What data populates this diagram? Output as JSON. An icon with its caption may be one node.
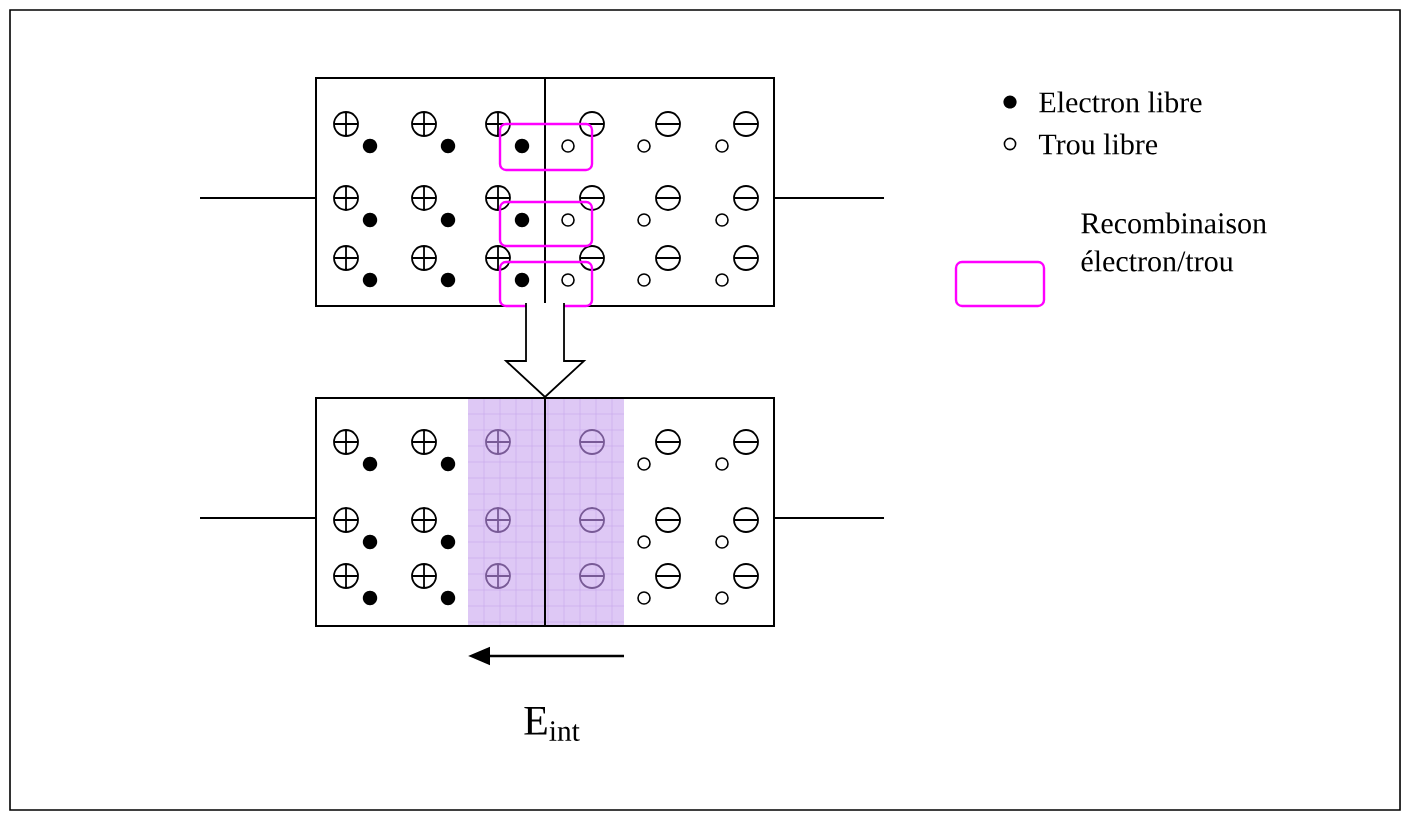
{
  "diagram": {
    "nodes": [
      {
        "text": [],
        "shape": "box"
      },
      {
        "text": [],
        "shape": "box"
      }
    ],
    "edges": [
      {
        "from": 0,
        "to": 1,
        "arrow": "to"
      }
    ],
    "labels": [
      "E$_{int}$"
    ],
    "legend": [
      {
        "text": "Electron libre"
      },
      {
        "text": "Trou libre"
      },
      {
        "text": "Recombinaison électron/trou"
      }
    ]
  }
}
